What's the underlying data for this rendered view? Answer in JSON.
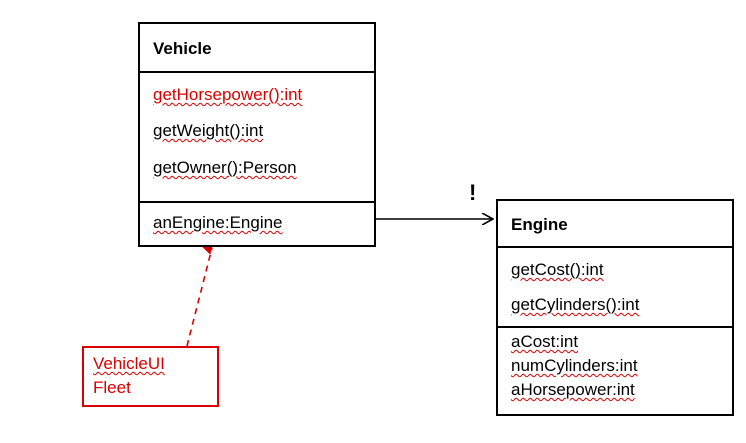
{
  "vehicle": {
    "title": "Vehicle",
    "methods": [
      "getHorsepower():int",
      "getWeight():int",
      "getOwner():Person"
    ],
    "attributes": [
      "anEngine:Engine"
    ]
  },
  "engine": {
    "title": "Engine",
    "methods": [
      "getCost():int",
      "getCylinders():int"
    ],
    "attributes": [
      "aCost:int",
      "numCylinders:int",
      "aHorsepower:int"
    ]
  },
  "note": {
    "lines": [
      "VehicleUI",
      "Fleet"
    ]
  },
  "association_marker": "!",
  "colors": {
    "line": "#000000",
    "highlight": "#d80000"
  }
}
